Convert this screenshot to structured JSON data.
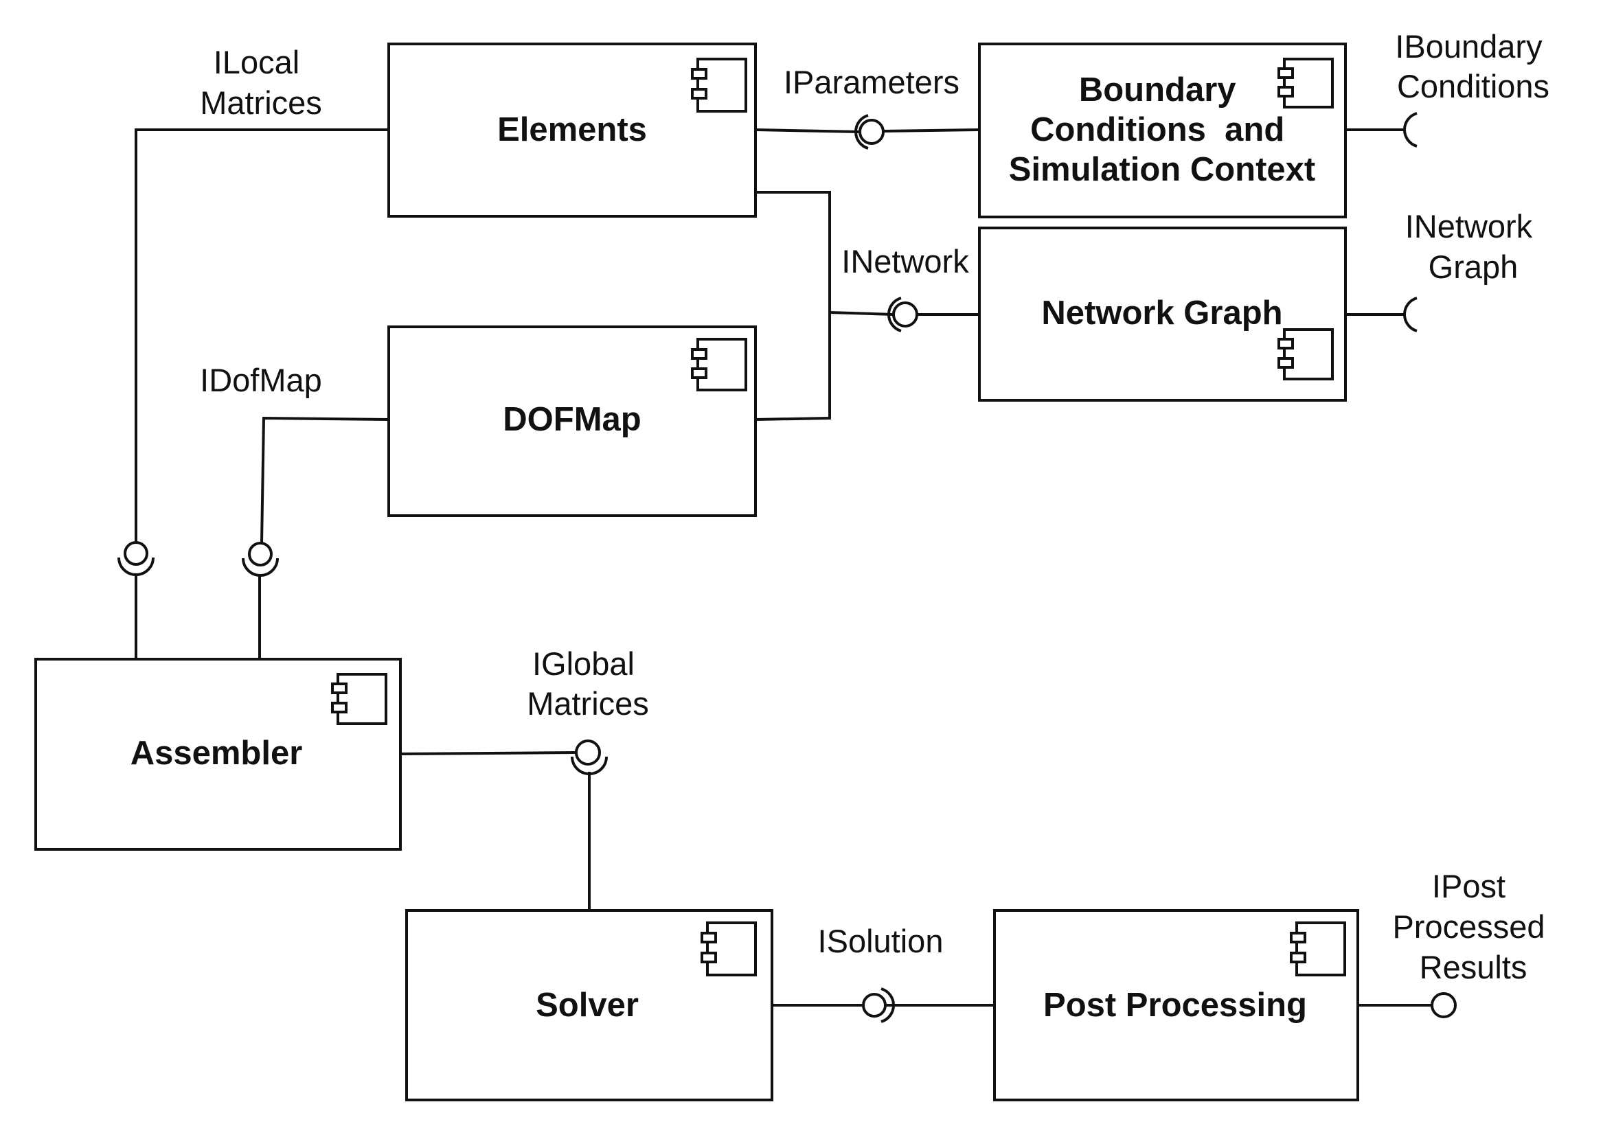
{
  "components": {
    "elements": "Elements",
    "boundary_conditions": [
      "Boundary",
      "Conditions  and",
      "Simulation Context"
    ],
    "network_graph": "Network Graph",
    "dofmap": "DOFMap",
    "assembler": "Assembler",
    "solver": "Solver",
    "post_processing": "Post Processing"
  },
  "interfaces": {
    "ilocal_matrices": [
      "ILocal",
      "Matrices"
    ],
    "iparameters": "IParameters",
    "iboundary_conditions": [
      "IBoundary",
      "Conditions"
    ],
    "inetwork": "INetwork",
    "inetwork_graph": [
      "INetwork",
      "Graph"
    ],
    "idofmap": "IDofMap",
    "iglobal_matrices": [
      "IGlobal",
      "Matrices"
    ],
    "isolution": "ISolution",
    "ipost_processed_results": [
      "IPost",
      "Processed",
      "Results"
    ]
  },
  "colors": {
    "stroke": "#111111",
    "background": "#ffffff"
  },
  "icons": {
    "component": "uml-component-icon",
    "provided": "lollipop-ball",
    "required": "socket-arc"
  }
}
